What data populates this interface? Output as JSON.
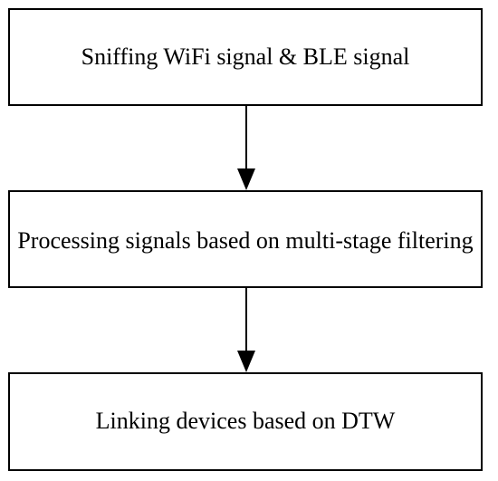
{
  "diagram": {
    "steps": [
      {
        "label": "Sniffing WiFi signal & BLE signal"
      },
      {
        "label": "Processing signals based on multi-stage filtering"
      },
      {
        "label": "Linking devices based on DTW"
      }
    ],
    "colors": {
      "stroke": "#000000",
      "fill": "#ffffff",
      "text": "#000000"
    }
  }
}
